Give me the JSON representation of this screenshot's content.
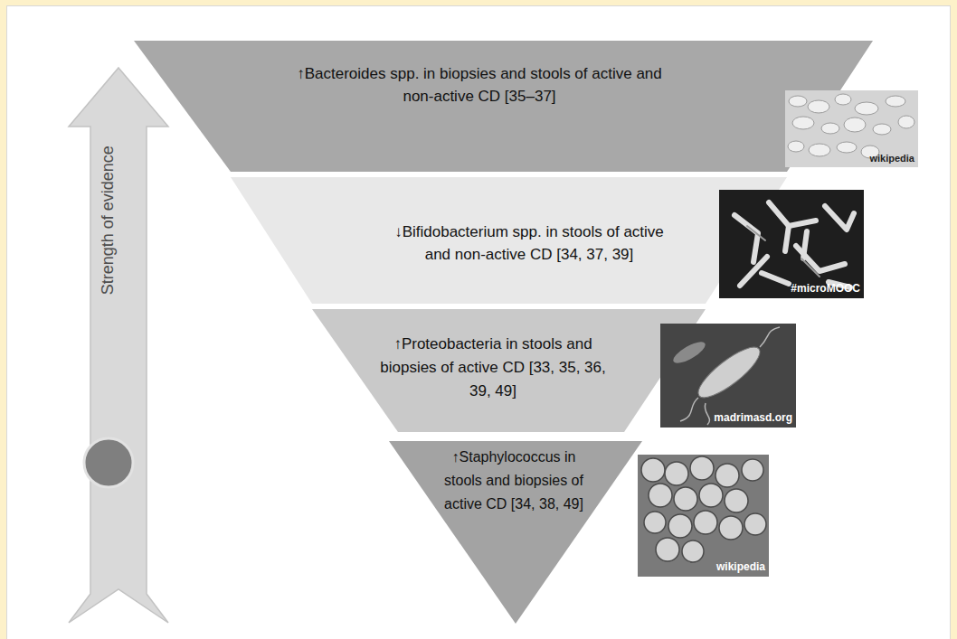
{
  "diagram": {
    "nodes": [
      {
        "text": [
          "Strength of evidence"
        ]
      },
      {
        "text": [
          "↑Bacteroides spp. in biopsies and stools of active and non-active CD [35–37]"
        ]
      },
      {
        "text": [
          "↓Bifidobacterium spp. in stools of active and non-active CD [34, 37, 39]"
        ]
      },
      {
        "text": [
          "↑Proteobacteria in stools and biopsies of active CD [33, 35, 36, 39, 49]"
        ]
      },
      {
        "text": [
          "↑Staphylococcus in stools and biopsies of active CD [34, 38, 49]"
        ]
      }
    ],
    "labels": [
      "wikipedia",
      "#microMOOC",
      "madrimasd.org",
      "wikipedia"
    ]
  }
}
